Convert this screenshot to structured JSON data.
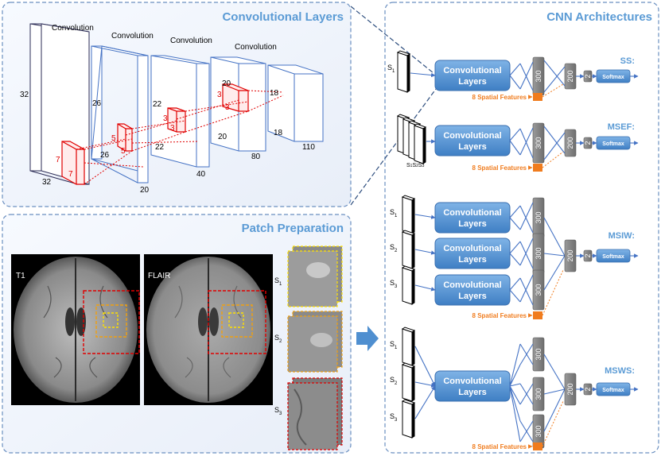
{
  "panels": {
    "conv_title": "Convolutional Layers",
    "patch_title": "Patch Preparation",
    "cnn_title": "CNN Architectures"
  },
  "conv_layers": {
    "labels": [
      "Convolution",
      "Convolution",
      "Convolution",
      "Convolution"
    ],
    "dims_black": [
      "32",
      "32",
      "26",
      "26",
      "20",
      "22",
      "22",
      "40",
      "20",
      "20",
      "80",
      "18",
      "18",
      "110"
    ],
    "dims_red": [
      "7",
      "7",
      "5",
      "5",
      "3",
      "3",
      "3",
      "3"
    ]
  },
  "patch": {
    "img1_label": "T1",
    "img2_label": "FLAIR",
    "s_labels": [
      "S",
      "S",
      "S"
    ],
    "s_subs": [
      "1",
      "2",
      "3"
    ]
  },
  "arch": {
    "conv_label_1": "Convolutional",
    "conv_label_2": "Layers",
    "spatial": "8 Spatial Features",
    "softmax": "Softmax",
    "fc1": "300",
    "fc2": "200",
    "fc3": "2",
    "names": [
      "SS:",
      "MSEF:",
      "MSIW:",
      "MSWS:"
    ],
    "s": "S",
    "subs": [
      "1",
      "2",
      "3"
    ]
  },
  "colors": {
    "accent": "#5b9bd5",
    "conv_box": "#4f8fd0",
    "orange": "#f07c1e",
    "red": "#e00000",
    "cube_blue": "#4472c4"
  }
}
